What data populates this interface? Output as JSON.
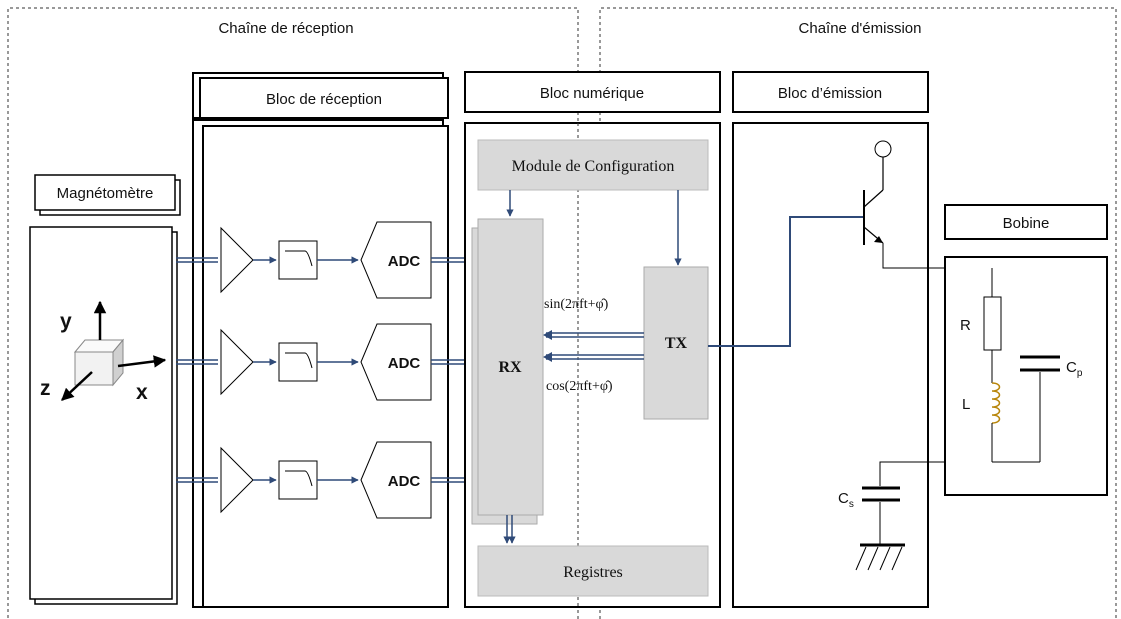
{
  "sections": {
    "reception_chain": "Chaîne de réception",
    "emission_chain": "Chaîne d'émission"
  },
  "magnetometer": {
    "title": "Magnétomètre",
    "axis_y": "y",
    "axis_z": "z",
    "axis_x": "x"
  },
  "reception_block": {
    "title": "Bloc de réception",
    "adc_label": "ADC"
  },
  "digital_block": {
    "title": "Bloc numérique",
    "config_module": "Module de Configuration",
    "rx": "RX",
    "tx": "TX",
    "sin_signal": "sin(2πft+φ̂)",
    "cos_signal": "cos(2πft+φ̂)",
    "registers": "Registres"
  },
  "emission_block": {
    "title": "Bloc d’émission",
    "cs_label": "C",
    "cs_sub": "s"
  },
  "coil": {
    "title": "Bobine",
    "r_label": "R",
    "l_label": "L",
    "cp_label": "C",
    "cp_sub": "p"
  },
  "colors": {
    "signal_line": "#2f4a78",
    "block_fill": "#d9d9d9",
    "frame": "#000000"
  }
}
